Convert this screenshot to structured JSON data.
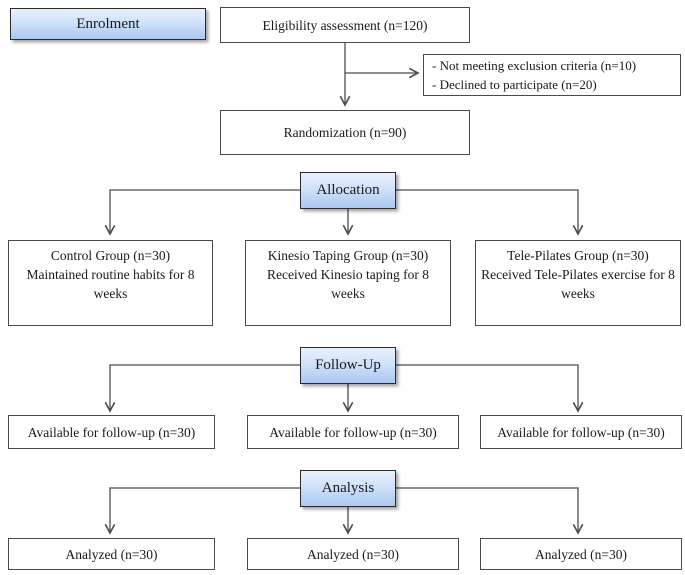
{
  "diagram": {
    "title_semantic": "CONSORT participant flow diagram",
    "enrolment_label": "Enrolment",
    "eligibility_label": "Eligibility assessment (n=120)",
    "exclusion": {
      "line1": "- Not meeting exclusion criteria (n=10)",
      "line2": "- Declined to participate (n=20)"
    },
    "randomization_label": "Randomization (n=90)",
    "allocation_label": "Allocation",
    "groups": [
      {
        "title": "Control Group (n=30)",
        "desc": "Maintained routine habits for 8 weeks"
      },
      {
        "title": "Kinesio Taping Group (n=30)",
        "desc": "Received Kinesio taping for 8 weeks"
      },
      {
        "title": "Tele-Pilates Group (n=30)",
        "desc": "Received Tele-Pilates exercise for 8 weeks"
      }
    ],
    "followup_label": "Follow-Up",
    "followup_boxes": [
      "Available for follow-up (n=30)",
      "Available for follow-up (n=30)",
      "Available for follow-up (n=30)"
    ],
    "analysis_label": "Analysis",
    "analyzed_boxes": [
      "Analyzed (n=30)",
      "Analyzed (n=30)",
      "Analyzed (n=30)"
    ],
    "colors": {
      "band_fill_top": "#e8f1fd",
      "band_fill_bottom": "#aac8f0",
      "band_border": "#2b2b2b",
      "box_border": "#4a4a4a",
      "connector_line": "#4d4d4d",
      "text": "#1a1a1a",
      "background": "#ffffff"
    }
  }
}
